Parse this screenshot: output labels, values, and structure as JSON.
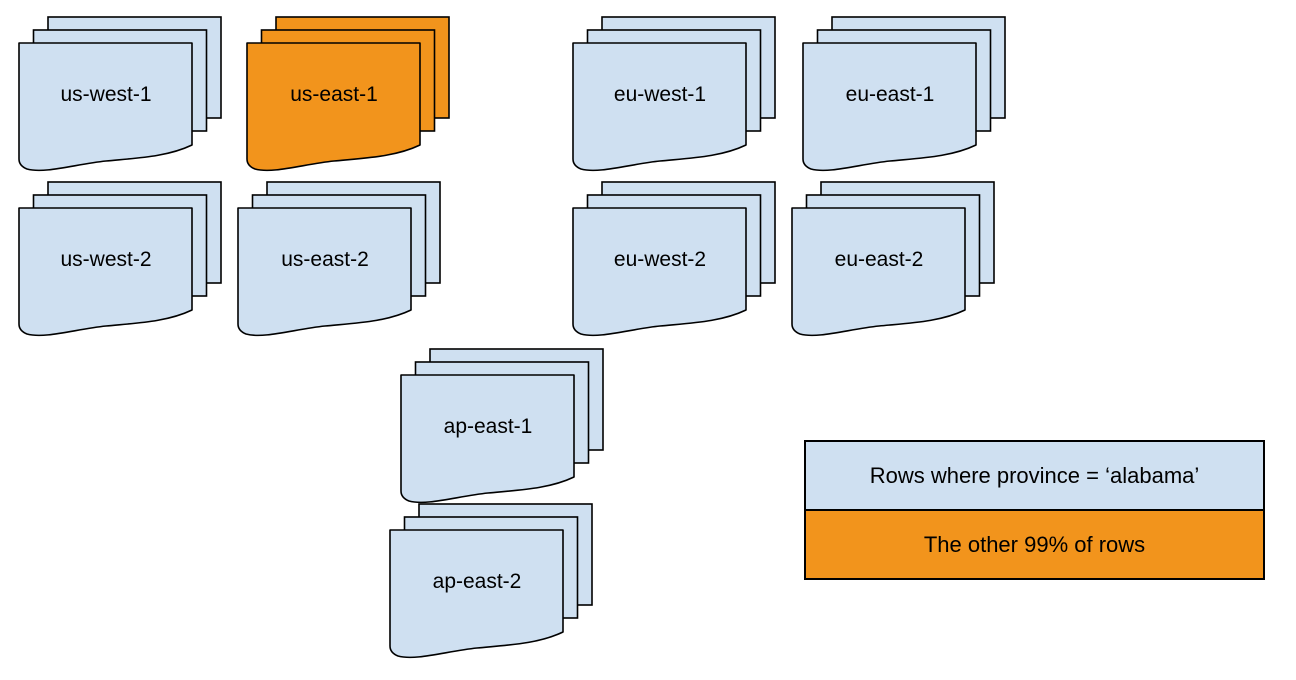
{
  "colors": {
    "background": "#ffffff",
    "page_blue": "#cfe0f1",
    "page_orange": "#f2941c",
    "stroke": "#000000"
  },
  "stacks": [
    {
      "label": "us-west-1",
      "variant": "blue"
    },
    {
      "label": "us-east-1",
      "variant": "orange"
    },
    {
      "label": "eu-west-1",
      "variant": "blue"
    },
    {
      "label": "eu-east-1",
      "variant": "blue"
    },
    {
      "label": "us-west-2",
      "variant": "blue"
    },
    {
      "label": "us-east-2",
      "variant": "blue"
    },
    {
      "label": "eu-west-2",
      "variant": "blue"
    },
    {
      "label": "eu-east-2",
      "variant": "blue"
    },
    {
      "label": "ap-east-1",
      "variant": "blue"
    },
    {
      "label": "ap-east-2",
      "variant": "blue"
    }
  ],
  "legend": {
    "items": [
      {
        "label": "Rows where province = ‘alabama’",
        "variant": "blue"
      },
      {
        "label": "The other 99% of rows",
        "variant": "orange"
      }
    ]
  }
}
